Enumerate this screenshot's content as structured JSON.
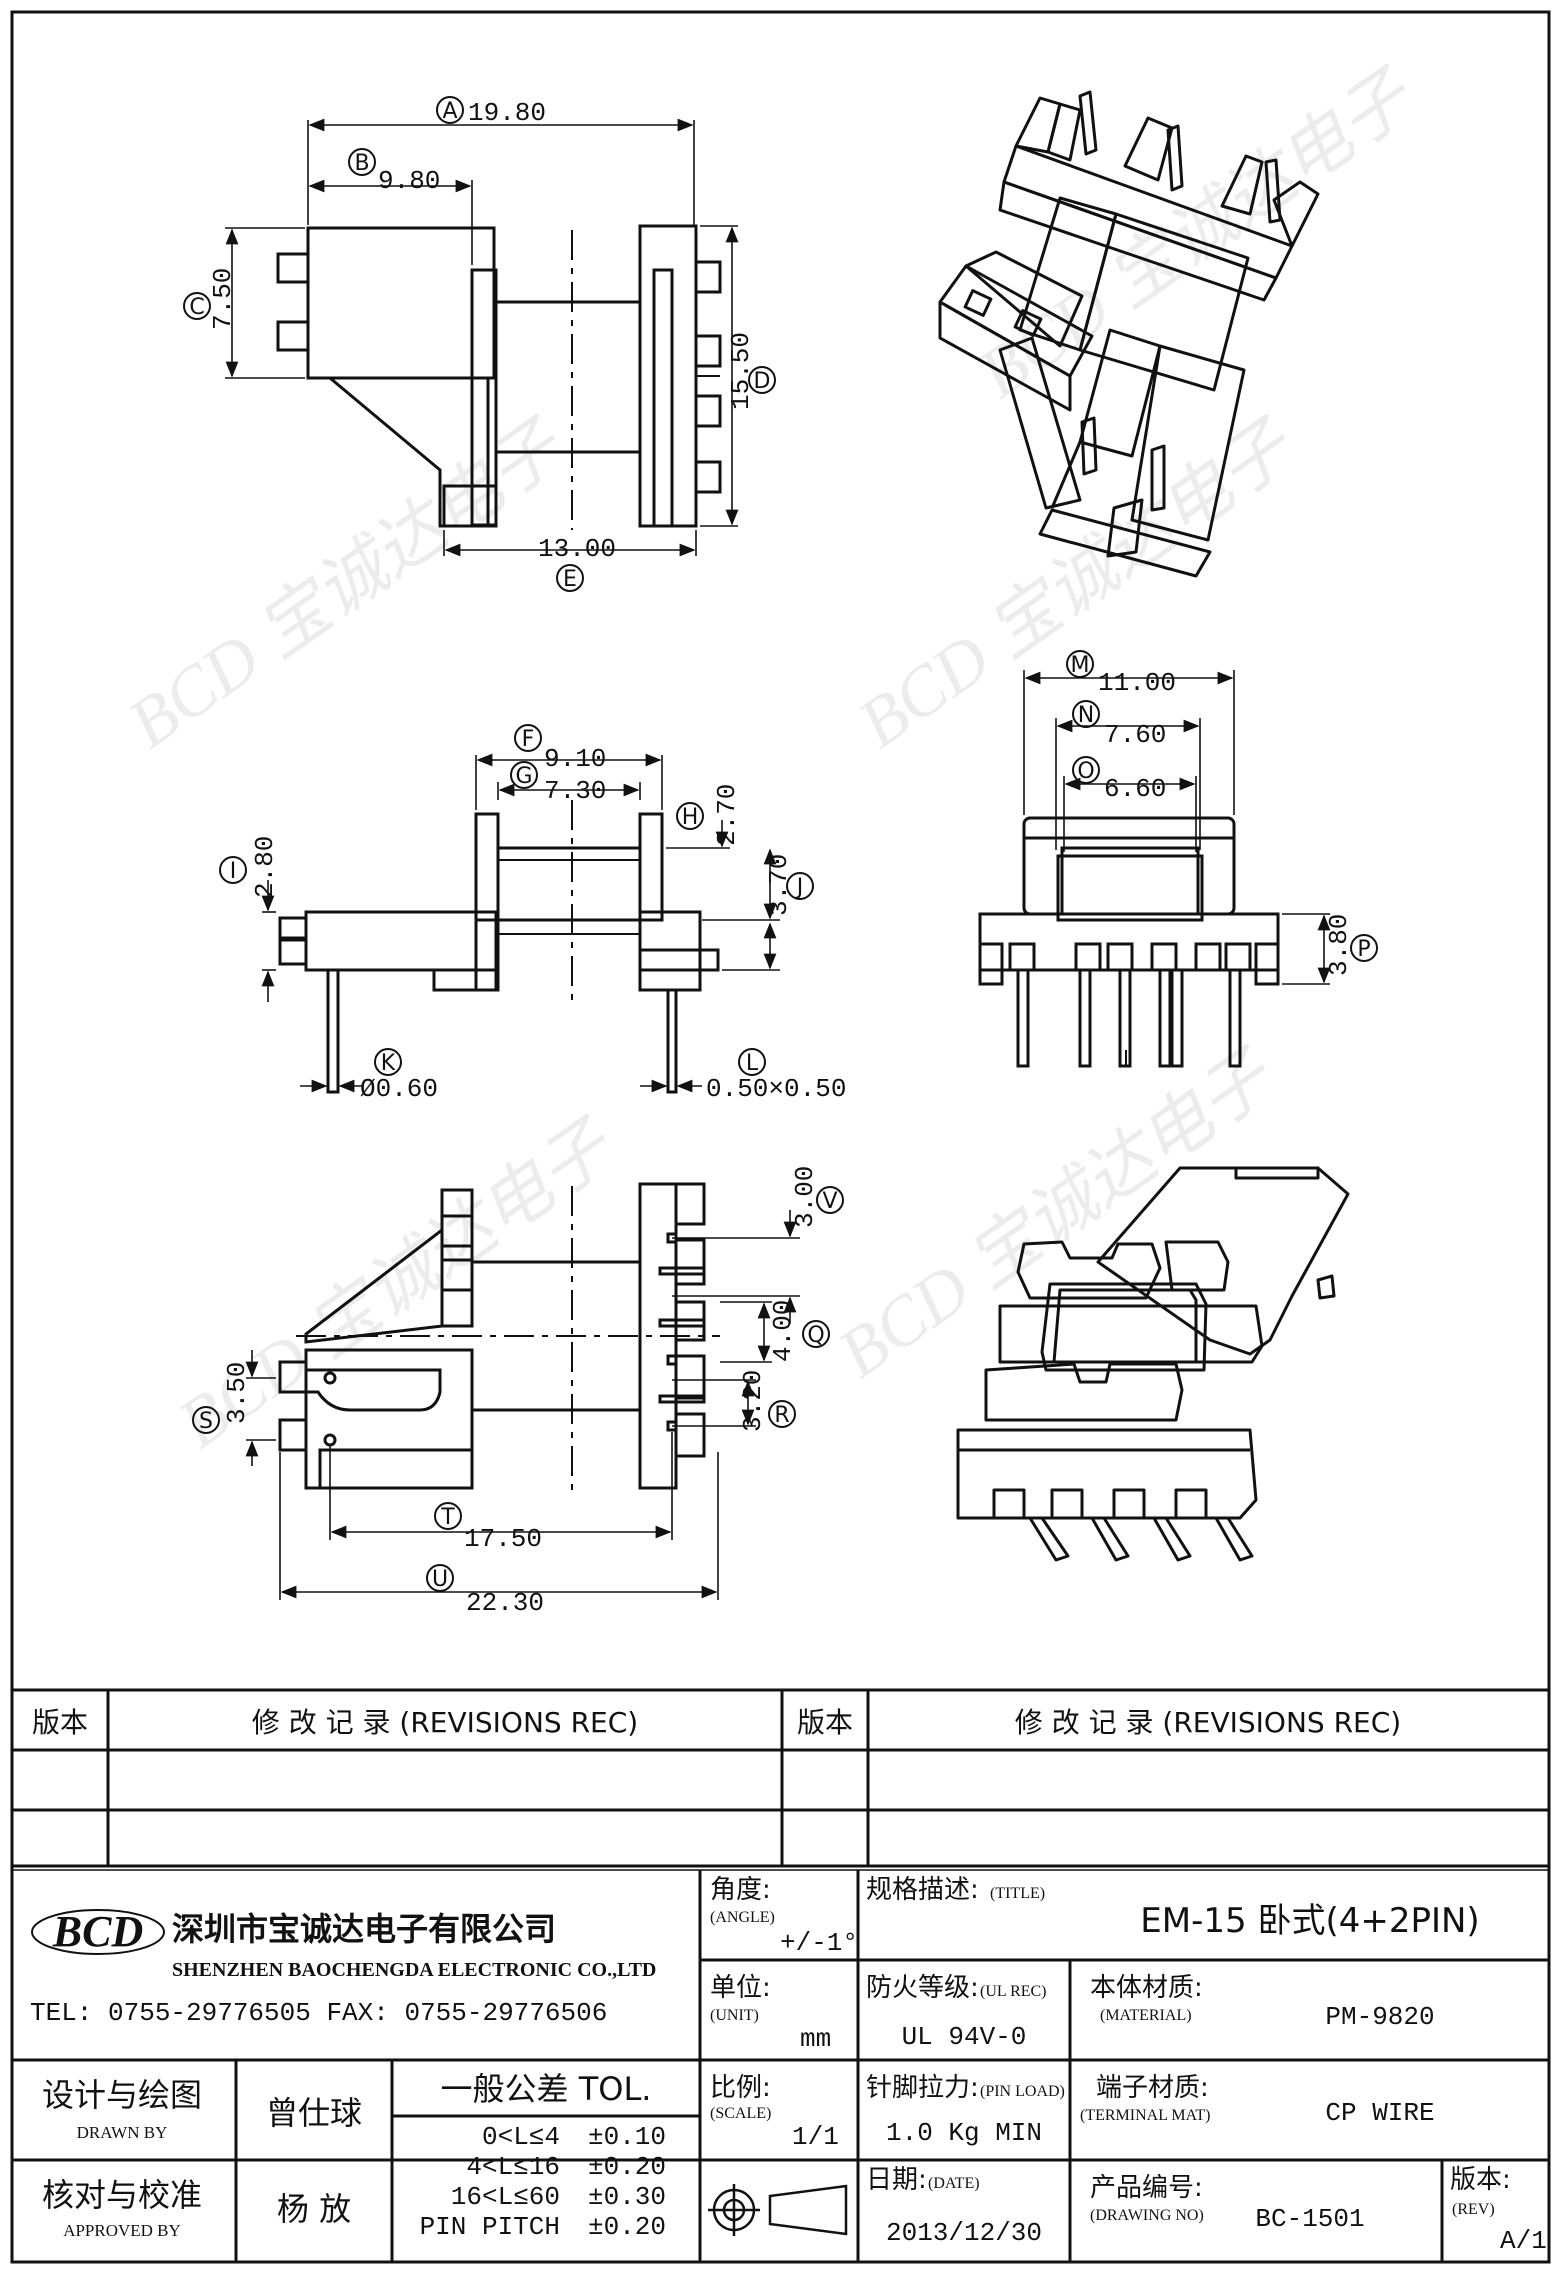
{
  "dimensions": {
    "A": {
      "letter": "A",
      "value": "19.80"
    },
    "B": {
      "letter": "B",
      "value": "9.80"
    },
    "C": {
      "letter": "C",
      "value": "7.50"
    },
    "D": {
      "letter": "D",
      "value": "15.50"
    },
    "E": {
      "letter": "E",
      "value": "13.00"
    },
    "F": {
      "letter": "F",
      "value": "9.10"
    },
    "G": {
      "letter": "G",
      "value": "7.30"
    },
    "H": {
      "letter": "H",
      "value": "2.70"
    },
    "I": {
      "letter": "I",
      "value": "2.80"
    },
    "J": {
      "letter": "J",
      "value": "3.70"
    },
    "K": {
      "letter": "K",
      "value": "Ø0.60"
    },
    "L": {
      "letter": "L",
      "value": "0.50×0.50"
    },
    "M": {
      "letter": "M",
      "value": "11.00"
    },
    "N": {
      "letter": "N",
      "value": "7.60"
    },
    "O": {
      "letter": "O",
      "value": "6.60"
    },
    "P": {
      "letter": "P",
      "value": "3.80"
    },
    "V": {
      "letter": "V",
      "value": "3.00"
    },
    "Q": {
      "letter": "Q",
      "value": "4.00"
    },
    "R": {
      "letter": "R",
      "value": "3.20"
    },
    "S": {
      "letter": "S",
      "value": "3.50"
    },
    "T": {
      "letter": "T",
      "value": "17.50"
    },
    "U": {
      "letter": "U",
      "value": "22.30"
    }
  },
  "watermark": "BCD 宝诚达电子",
  "revisions": {
    "left_version_header": "版本",
    "left_title_header": "修 改 记 录 (REVISIONS REC)",
    "right_version_header": "版本",
    "right_title_header": "修 改 记 录 (REVISIONS REC)"
  },
  "company": {
    "logo": "BCD",
    "name_cn": "深圳市宝诚达电子有限公司",
    "name_en": "SHENZHEN BAOCHENGDA ELECTRONIC CO.,LTD",
    "contact": "TEL: 0755-29776505  FAX: 0755-29776506"
  },
  "title_block": {
    "angle_label": "角度:",
    "angle_en": "(ANGLE)",
    "angle_value": "+/-1°",
    "title_label": "规格描述:",
    "title_en": "(TITLE)",
    "title_value": "EM-15 卧式(4+2PIN)",
    "unit_label": "单位:",
    "unit_en": "(UNIT)",
    "unit_value": "mm",
    "fire_label": "防火等级:",
    "fire_en": "(UL REC)",
    "fire_value": "UL 94V-0",
    "material_label": "本体材质:",
    "material_en": "(MATERIAL)",
    "material_value": "PM-9820",
    "scale_label": "比例:",
    "scale_en": "(SCALE)",
    "scale_value": "1/1",
    "pin_load_label": "针脚拉力:",
    "pin_load_en": "(PIN LOAD)",
    "pin_load_value": "1.0 Kg MIN",
    "terminal_label": "端子材质:",
    "terminal_en": "(TERMINAL MAT)",
    "terminal_value": "CP WIRE",
    "date_label": "日期:",
    "date_en": "(DATE)",
    "date_value": "2013/12/30",
    "drawing_no_label": "产品编号:",
    "drawing_no_en": "(DRAWING NO)",
    "drawing_no_value": "BC-1501",
    "rev_label": "版本:",
    "rev_en": "(REV)",
    "rev_value": "A/1",
    "drawn_label": "设计与绘图",
    "drawn_en": "DRAWN BY",
    "drawn_name": "曾仕球",
    "approved_label": "核对与校准",
    "approved_en": "APPROVED BY",
    "approved_name": "杨 放",
    "tol_header": "一般公差 TOL.",
    "tol_rows": [
      {
        "range": "0<L≤4",
        "tol": "±0.10"
      },
      {
        "range": "4<L≤16",
        "tol": "±0.20"
      },
      {
        "range": "16<L≤60",
        "tol": "±0.30"
      },
      {
        "range": "PIN PITCH",
        "tol": "±0.20"
      }
    ]
  }
}
